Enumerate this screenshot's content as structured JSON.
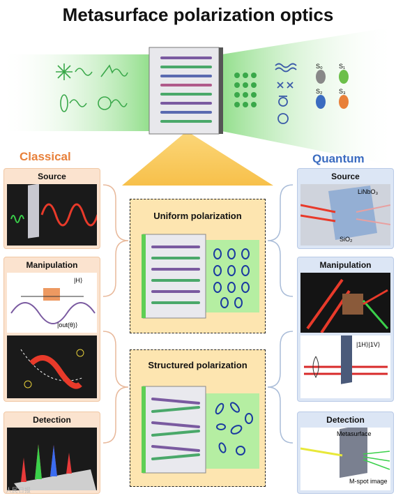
{
  "title": "Metasurface polarization optics",
  "classical": {
    "heading": "Classical",
    "panels": {
      "source": "Source",
      "manipulation": "Manipulation",
      "detection": "Detection"
    },
    "manip_labels": {
      "h": "|H⟩",
      "out": "|out(θ)⟩"
    }
  },
  "quantum": {
    "heading": "Quantum",
    "panels": {
      "source": "Source",
      "manipulation": "Manipulation",
      "detection": "Detection"
    },
    "source_labels": {
      "linbo3": "LiNbO₃",
      "sio2": "SiO₂"
    },
    "manip_labels": {
      "state": "|1H⟩|1V⟩"
    },
    "detect_labels": {
      "meta": "Metasurface",
      "spot": "M-spot image"
    }
  },
  "center": {
    "uniform": "Uniform polarization",
    "structured": "Structured polarization"
  },
  "stokes": {
    "s0": "S₀",
    "s1": "S₁",
    "s2": "S₂",
    "s3": "S₃"
  },
  "watermark": "人民日报"
}
